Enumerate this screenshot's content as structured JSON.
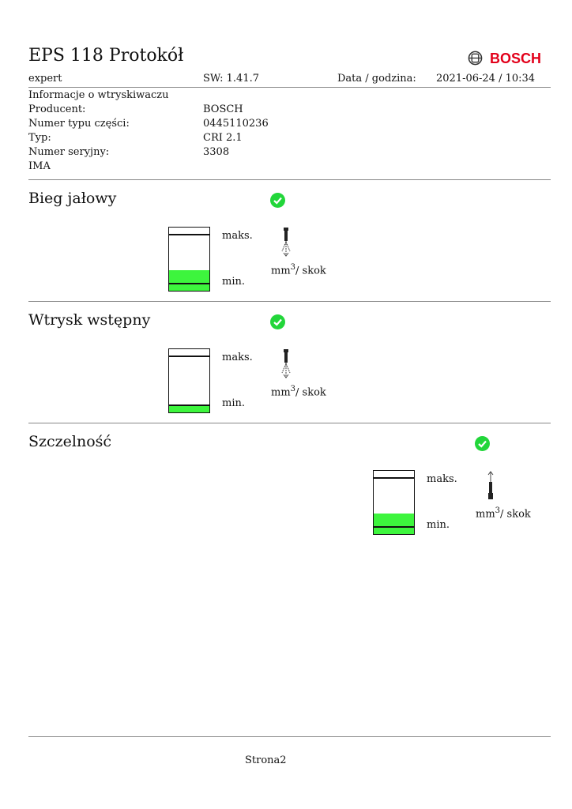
{
  "header": {
    "title": "EPS 118 Protokół",
    "brand": "BOSCH",
    "brand_color": "#e2001a",
    "user": "expert",
    "sw": "SW: 1.41.7",
    "date_label": "Data / godzina:",
    "date_value": "2021-06-24 / 10:34"
  },
  "injector": {
    "section_title": "Informacje o wtryskiwaczu",
    "rows": [
      {
        "label": "Producent:",
        "value": "BOSCH"
      },
      {
        "label": "Numer typu części:",
        "value": "0445110236"
      },
      {
        "label": "Typ:",
        "value": "CRI 2.1"
      },
      {
        "label": "Numer seryjny:",
        "value": "3308"
      },
      {
        "label": "IMA",
        "value": ""
      }
    ]
  },
  "tests": [
    {
      "title": "Bieg jałowy",
      "status": "ok",
      "max_label": "maks.",
      "min_label": "min.",
      "unit": "mm",
      "unit_sup": "3",
      "unit_suffix": "/ skok",
      "fill_fraction": 0.33,
      "icon": "injector-spray-icon"
    },
    {
      "title": "Wtrysk wstępny",
      "status": "ok",
      "max_label": "maks.",
      "min_label": "min.",
      "unit": "mm",
      "unit_sup": "3",
      "unit_suffix": "/ skok",
      "fill_fraction": 0.13,
      "icon": "injector-spray-icon"
    },
    {
      "title": "Szczelność",
      "status": "ok",
      "max_label": "maks.",
      "min_label": "min.",
      "unit": "mm",
      "unit_sup": "3",
      "unit_suffix": "/ skok",
      "fill_fraction": 0.33,
      "icon": "injector-return-icon"
    }
  ],
  "footer": {
    "page": "Strona2"
  },
  "colors": {
    "ok": "#22d63a",
    "fill": "#3df53d"
  }
}
